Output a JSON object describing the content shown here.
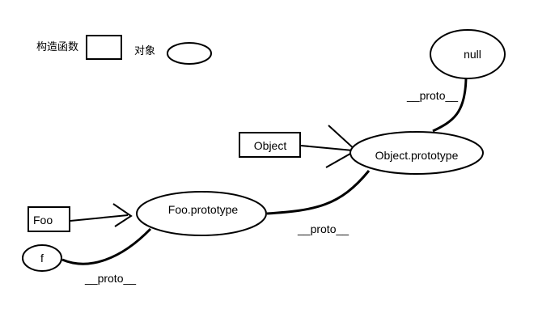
{
  "legend": {
    "constructor_label": "构造函数",
    "object_label": "对象"
  },
  "nodes": {
    "null": "null",
    "object_ctor": "Object",
    "object_prototype": "Object.prototype",
    "foo_ctor": "Foo",
    "foo_prototype": "Foo.prototype",
    "f": "f"
  },
  "edges": {
    "proto_object_to_null": "__proto__",
    "proto_foo_to_object": "__proto__",
    "proto_f_to_foo": "__proto__"
  },
  "colors": {
    "stroke": "#000000",
    "background": "#ffffff"
  }
}
